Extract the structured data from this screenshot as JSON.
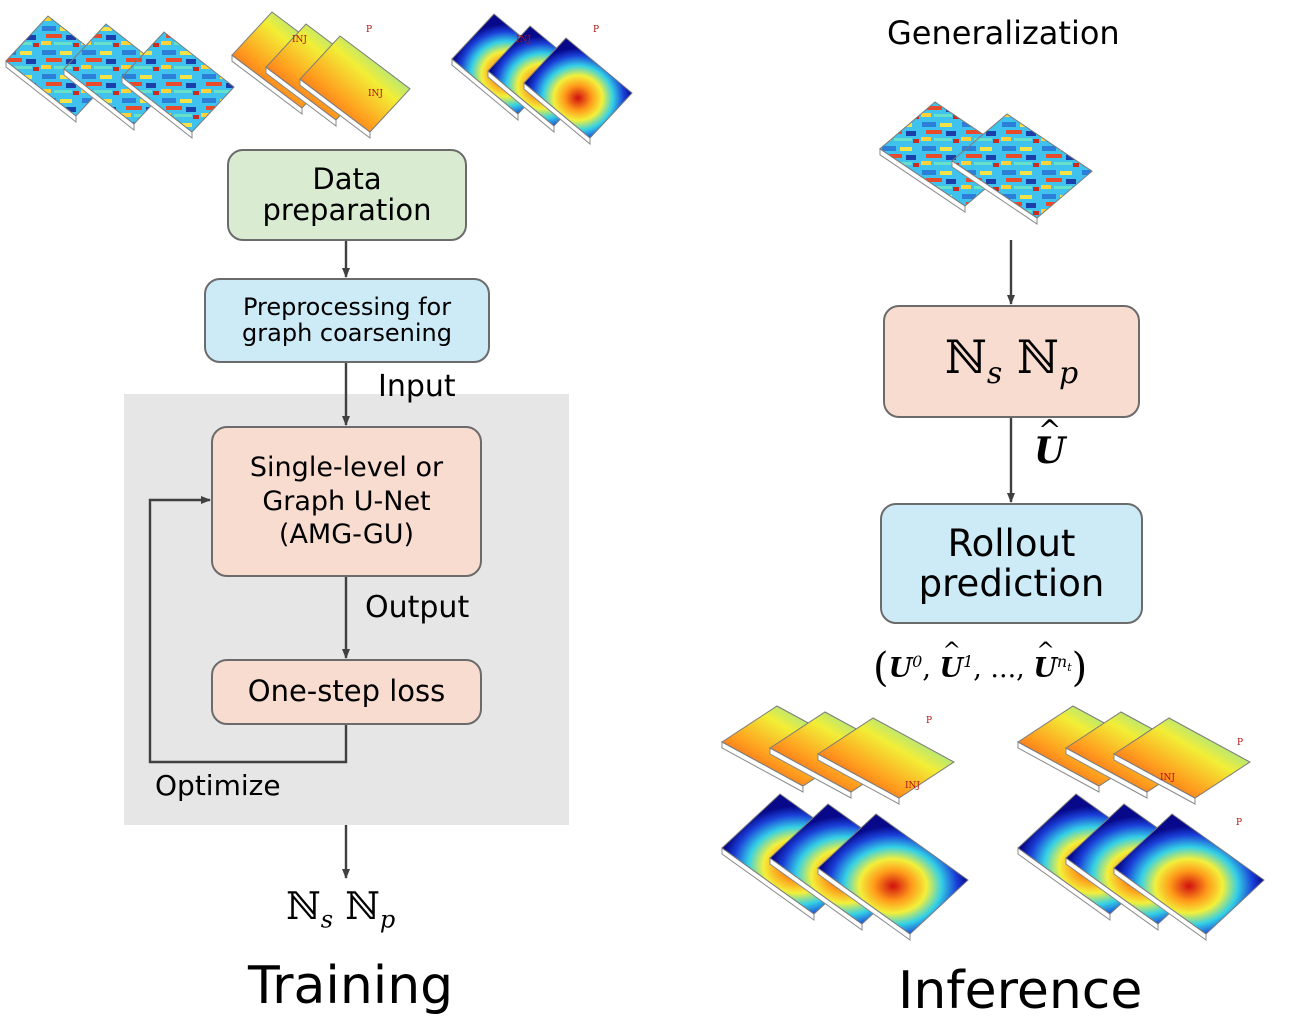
{
  "training": {
    "title": "Training",
    "data_prep": [
      "Data",
      "preparation"
    ],
    "preprocessing": [
      "Preprocessing for",
      "graph coarsening"
    ],
    "input_label": "Input",
    "model": [
      "Single-level or",
      "Graph U-Net",
      "(AMG-GU)"
    ],
    "output_label": "Output",
    "loss": "One-step loss",
    "optimize_label": "Optimize",
    "result": {
      "sym_n": "ℕ",
      "sub_s": "s",
      "sub_p": "p"
    }
  },
  "inference": {
    "title": "Inference",
    "generalization": "Generalization",
    "model": {
      "sym_n": "ℕ",
      "sub_s": "s",
      "sub_p": "p"
    },
    "u_hat_label": "U",
    "rollout": [
      "Rollout",
      "prediction"
    ],
    "sequence": {
      "u": "U",
      "sup0": "0",
      "sup1": "1",
      "dots": "...",
      "supnt": "n",
      "supnt_sub": "t"
    }
  },
  "markers": {
    "inj": "INJ",
    "p": "P"
  },
  "colors": {
    "green_box": "#d9ecd1",
    "blue_box": "#cdeaf7",
    "peach_box": "#f9dcd0",
    "shaded_region": "#e6e6e6",
    "arrow": "#404040"
  }
}
